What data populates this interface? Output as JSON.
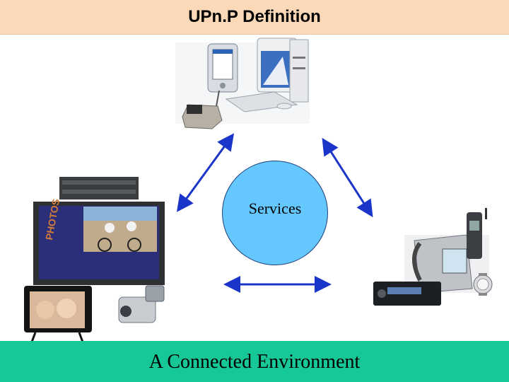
{
  "slide": {
    "title": "UPn.P Definition",
    "center_label": "Services",
    "footer": "A Connected Environment",
    "brand_text": "PHOTOS"
  },
  "colors": {
    "title_bg": "#fbd9b8",
    "footer_bg": "#16c797",
    "circle_fill": "#64c8ff",
    "arrow": "#1a35c8"
  },
  "icons": {
    "top_devices": "pda-pc-phone-icon",
    "left_devices": "tv-camcorder-frame-icon",
    "right_devices": "phone-fax-radio-icon"
  }
}
